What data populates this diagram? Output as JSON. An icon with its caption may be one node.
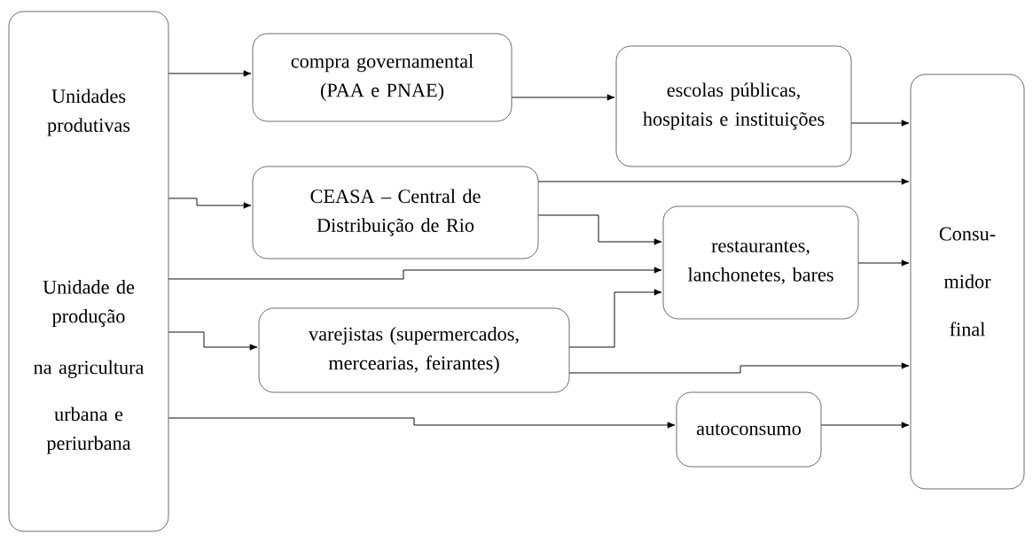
{
  "diagram": {
    "nodes": [
      {
        "text": [
          "Unidades produtivas",
          "Unidade de produção",
          "na agricultura",
          "urbana e periurbana"
        ]
      },
      {
        "text": [
          "compra governamental (PAA e PNAE)"
        ]
      },
      {
        "text": [
          "escolas públicas, hospitais e instituições"
        ]
      },
      {
        "text": [
          "CEASA – Central de Distribuição de Rio"
        ]
      },
      {
        "text": [
          "restaurantes, lanchonetes, bares"
        ]
      },
      {
        "text": [
          "varejistas (supermercados, mercearias, feirantes)"
        ]
      },
      {
        "text": [
          "autoconsumo"
        ]
      },
      {
        "text": [
          "Consu- midor final"
        ]
      }
    ],
    "edges": [
      {
        "from": 0,
        "to": 1,
        "arrow": "to"
      },
      {
        "from": 1,
        "to": 2,
        "arrow": "to"
      },
      {
        "from": 2,
        "to": 7,
        "arrow": "to"
      },
      {
        "from": 0,
        "to": 3,
        "arrow": "to"
      },
      {
        "from": 3,
        "to": 7,
        "arrow": "to"
      },
      {
        "from": 3,
        "to": 4,
        "arrow": "to"
      },
      {
        "from": 0,
        "to": 4,
        "arrow": "to"
      },
      {
        "from": 5,
        "to": 4,
        "arrow": "to"
      },
      {
        "from": 0,
        "to": 5,
        "arrow": "to"
      },
      {
        "from": 5,
        "to": 7,
        "arrow": "to"
      },
      {
        "from": 0,
        "to": 6,
        "arrow": "to"
      },
      {
        "from": 6,
        "to": 7,
        "arrow": "to"
      },
      {
        "from": 4,
        "to": 7,
        "arrow": "to"
      }
    ]
  }
}
